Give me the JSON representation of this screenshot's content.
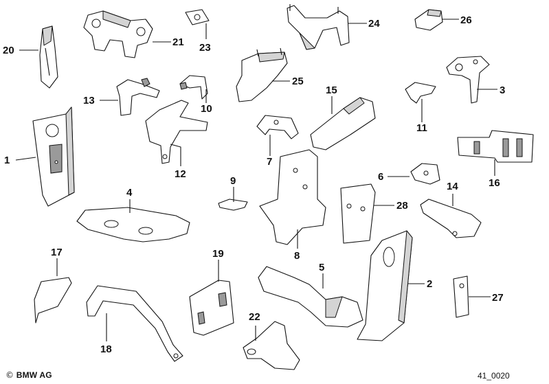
{
  "diagram": {
    "callouts": [
      {
        "id": "p1",
        "label": "1"
      },
      {
        "id": "p2",
        "label": "2"
      },
      {
        "id": "p3",
        "label": "3"
      },
      {
        "id": "p4",
        "label": "4"
      },
      {
        "id": "p5",
        "label": "5"
      },
      {
        "id": "p6",
        "label": "6"
      },
      {
        "id": "p7",
        "label": "7"
      },
      {
        "id": "p8",
        "label": "8"
      },
      {
        "id": "p9",
        "label": "9"
      },
      {
        "id": "p10",
        "label": "10"
      },
      {
        "id": "p11",
        "label": "11"
      },
      {
        "id": "p12",
        "label": "12"
      },
      {
        "id": "p13",
        "label": "13"
      },
      {
        "id": "p14",
        "label": "14"
      },
      {
        "id": "p15",
        "label": "15"
      },
      {
        "id": "p16",
        "label": "16"
      },
      {
        "id": "p17",
        "label": "17"
      },
      {
        "id": "p18",
        "label": "18"
      },
      {
        "id": "p19",
        "label": "19"
      },
      {
        "id": "p20",
        "label": "20"
      },
      {
        "id": "p21",
        "label": "21"
      },
      {
        "id": "p22",
        "label": "22"
      },
      {
        "id": "p23",
        "label": "23"
      },
      {
        "id": "p24",
        "label": "24"
      },
      {
        "id": "p25",
        "label": "25"
      },
      {
        "id": "p26",
        "label": "26"
      },
      {
        "id": "p27",
        "label": "27"
      },
      {
        "id": "p28",
        "label": "28"
      }
    ]
  },
  "footer": {
    "copyright_symbol": "©",
    "brand": "BMW AG",
    "drawing_code": "41_0020"
  }
}
